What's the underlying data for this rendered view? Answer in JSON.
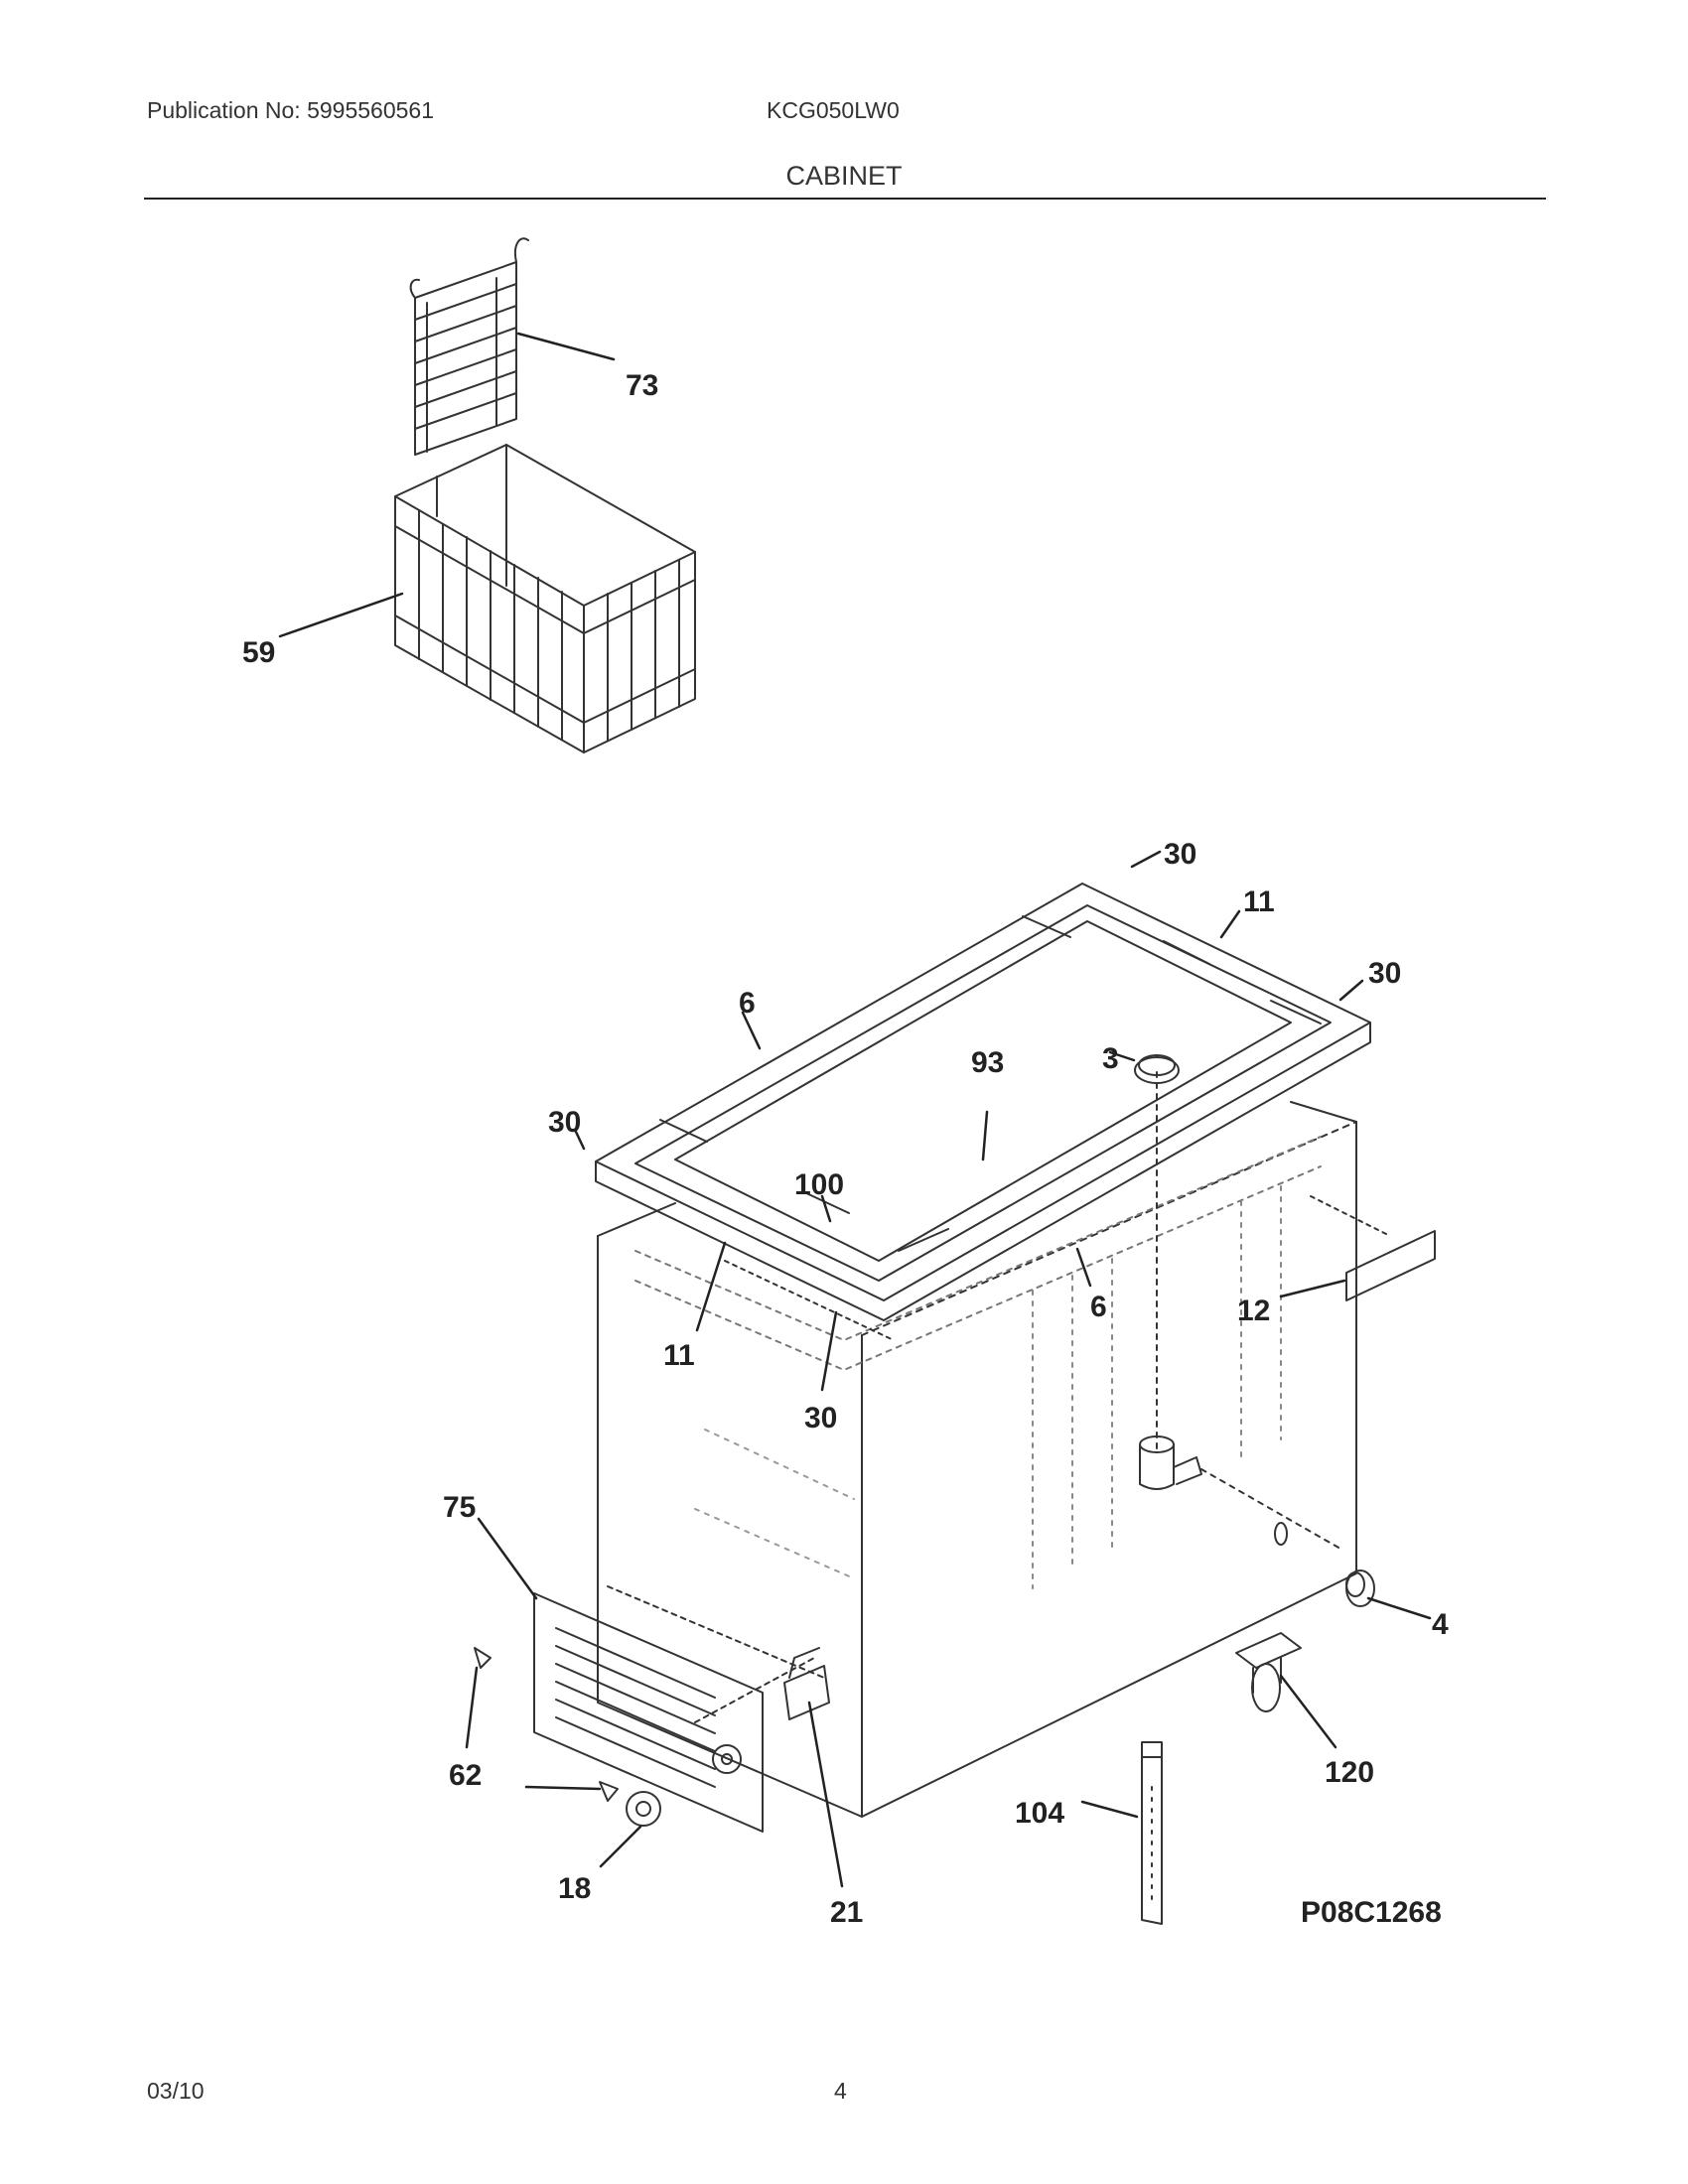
{
  "header": {
    "publication": "Publication No: 5995560561",
    "model": "KCG050LW0",
    "section_title": "CABINET"
  },
  "diagram": {
    "part_callouts": [
      "73",
      "59",
      "30",
      "11",
      "30",
      "6",
      "3",
      "93",
      "30",
      "100",
      "6",
      "12",
      "11",
      "30",
      "75",
      "4",
      "62",
      "120",
      "104",
      "18",
      "21"
    ],
    "figure_code": "P08C1268"
  },
  "footer": {
    "date": "03/10",
    "page_number": "4"
  }
}
